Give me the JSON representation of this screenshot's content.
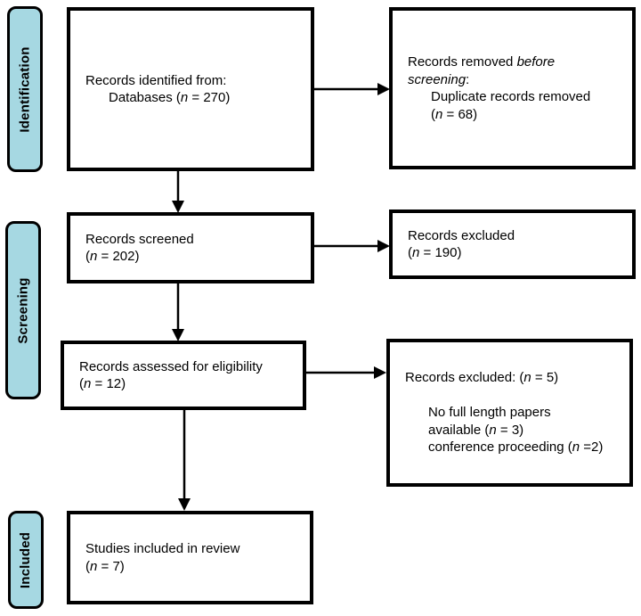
{
  "colors": {
    "stage_fill": "#A6D8E2",
    "border": "#000000",
    "background": "#FFFFFF"
  },
  "stages": [
    {
      "label": "Identification"
    },
    {
      "label": "Screening"
    },
    {
      "label": "Included"
    }
  ],
  "boxes": {
    "identified": {
      "lines": [
        {
          "indent": false,
          "segments": [
            {
              "text": "Records identified from:"
            }
          ]
        },
        {
          "indent": true,
          "segments": [
            {
              "text": "Databases ("
            },
            {
              "text": "n",
              "italic": true
            },
            {
              "text": " = 270)"
            }
          ]
        }
      ]
    },
    "removed_before_screening": {
      "lines": [
        {
          "indent": false,
          "segments": [
            {
              "text": "Records removed "
            },
            {
              "text": "before",
              "italic": true
            }
          ]
        },
        {
          "indent": false,
          "segments": [
            {
              "text": "screening",
              "italic": true
            },
            {
              "text": ":"
            }
          ]
        },
        {
          "indent": true,
          "segments": [
            {
              "text": "Duplicate records removed"
            }
          ]
        },
        {
          "indent": true,
          "segments": [
            {
              "text": "("
            },
            {
              "text": "n",
              "italic": true
            },
            {
              "text": " = 68)"
            }
          ]
        }
      ]
    },
    "screened": {
      "lines": [
        {
          "indent": false,
          "segments": [
            {
              "text": "Records screened"
            }
          ]
        },
        {
          "indent": false,
          "segments": [
            {
              "text": "("
            },
            {
              "text": "n",
              "italic": true
            },
            {
              "text": " = 202)"
            }
          ]
        }
      ]
    },
    "excluded_screening": {
      "lines": [
        {
          "indent": false,
          "segments": [
            {
              "text": "Records excluded"
            }
          ]
        },
        {
          "indent": false,
          "segments": [
            {
              "text": "("
            },
            {
              "text": "n",
              "italic": true
            },
            {
              "text": " = 190)"
            }
          ]
        }
      ]
    },
    "assessed": {
      "lines": [
        {
          "indent": false,
          "segments": [
            {
              "text": "Records assessed for eligibility"
            }
          ]
        },
        {
          "indent": false,
          "segments": [
            {
              "text": "("
            },
            {
              "text": "n",
              "italic": true
            },
            {
              "text": " = 12)"
            }
          ]
        }
      ]
    },
    "excluded_eligibility": {
      "lines": [
        {
          "indent": false,
          "segments": [
            {
              "text": "Records excluded: ("
            },
            {
              "text": "n",
              "italic": true
            },
            {
              "text": " = 5)"
            }
          ]
        },
        {
          "indent": false,
          "segments": []
        },
        {
          "indent": true,
          "segments": [
            {
              "text": "No full length papers"
            }
          ]
        },
        {
          "indent": true,
          "segments": [
            {
              "text": "available ("
            },
            {
              "text": "n",
              "italic": true
            },
            {
              "text": " = 3)"
            }
          ]
        },
        {
          "indent": true,
          "segments": [
            {
              "text": "conference proceeding ("
            },
            {
              "text": "n",
              "italic": true
            },
            {
              "text": " =2)"
            }
          ]
        }
      ]
    },
    "included": {
      "lines": [
        {
          "indent": false,
          "segments": [
            {
              "text": "Studies included in review"
            }
          ]
        },
        {
          "indent": false,
          "segments": [
            {
              "text": "("
            },
            {
              "text": "n",
              "italic": true
            },
            {
              "text": " = 7)"
            }
          ]
        }
      ]
    }
  }
}
